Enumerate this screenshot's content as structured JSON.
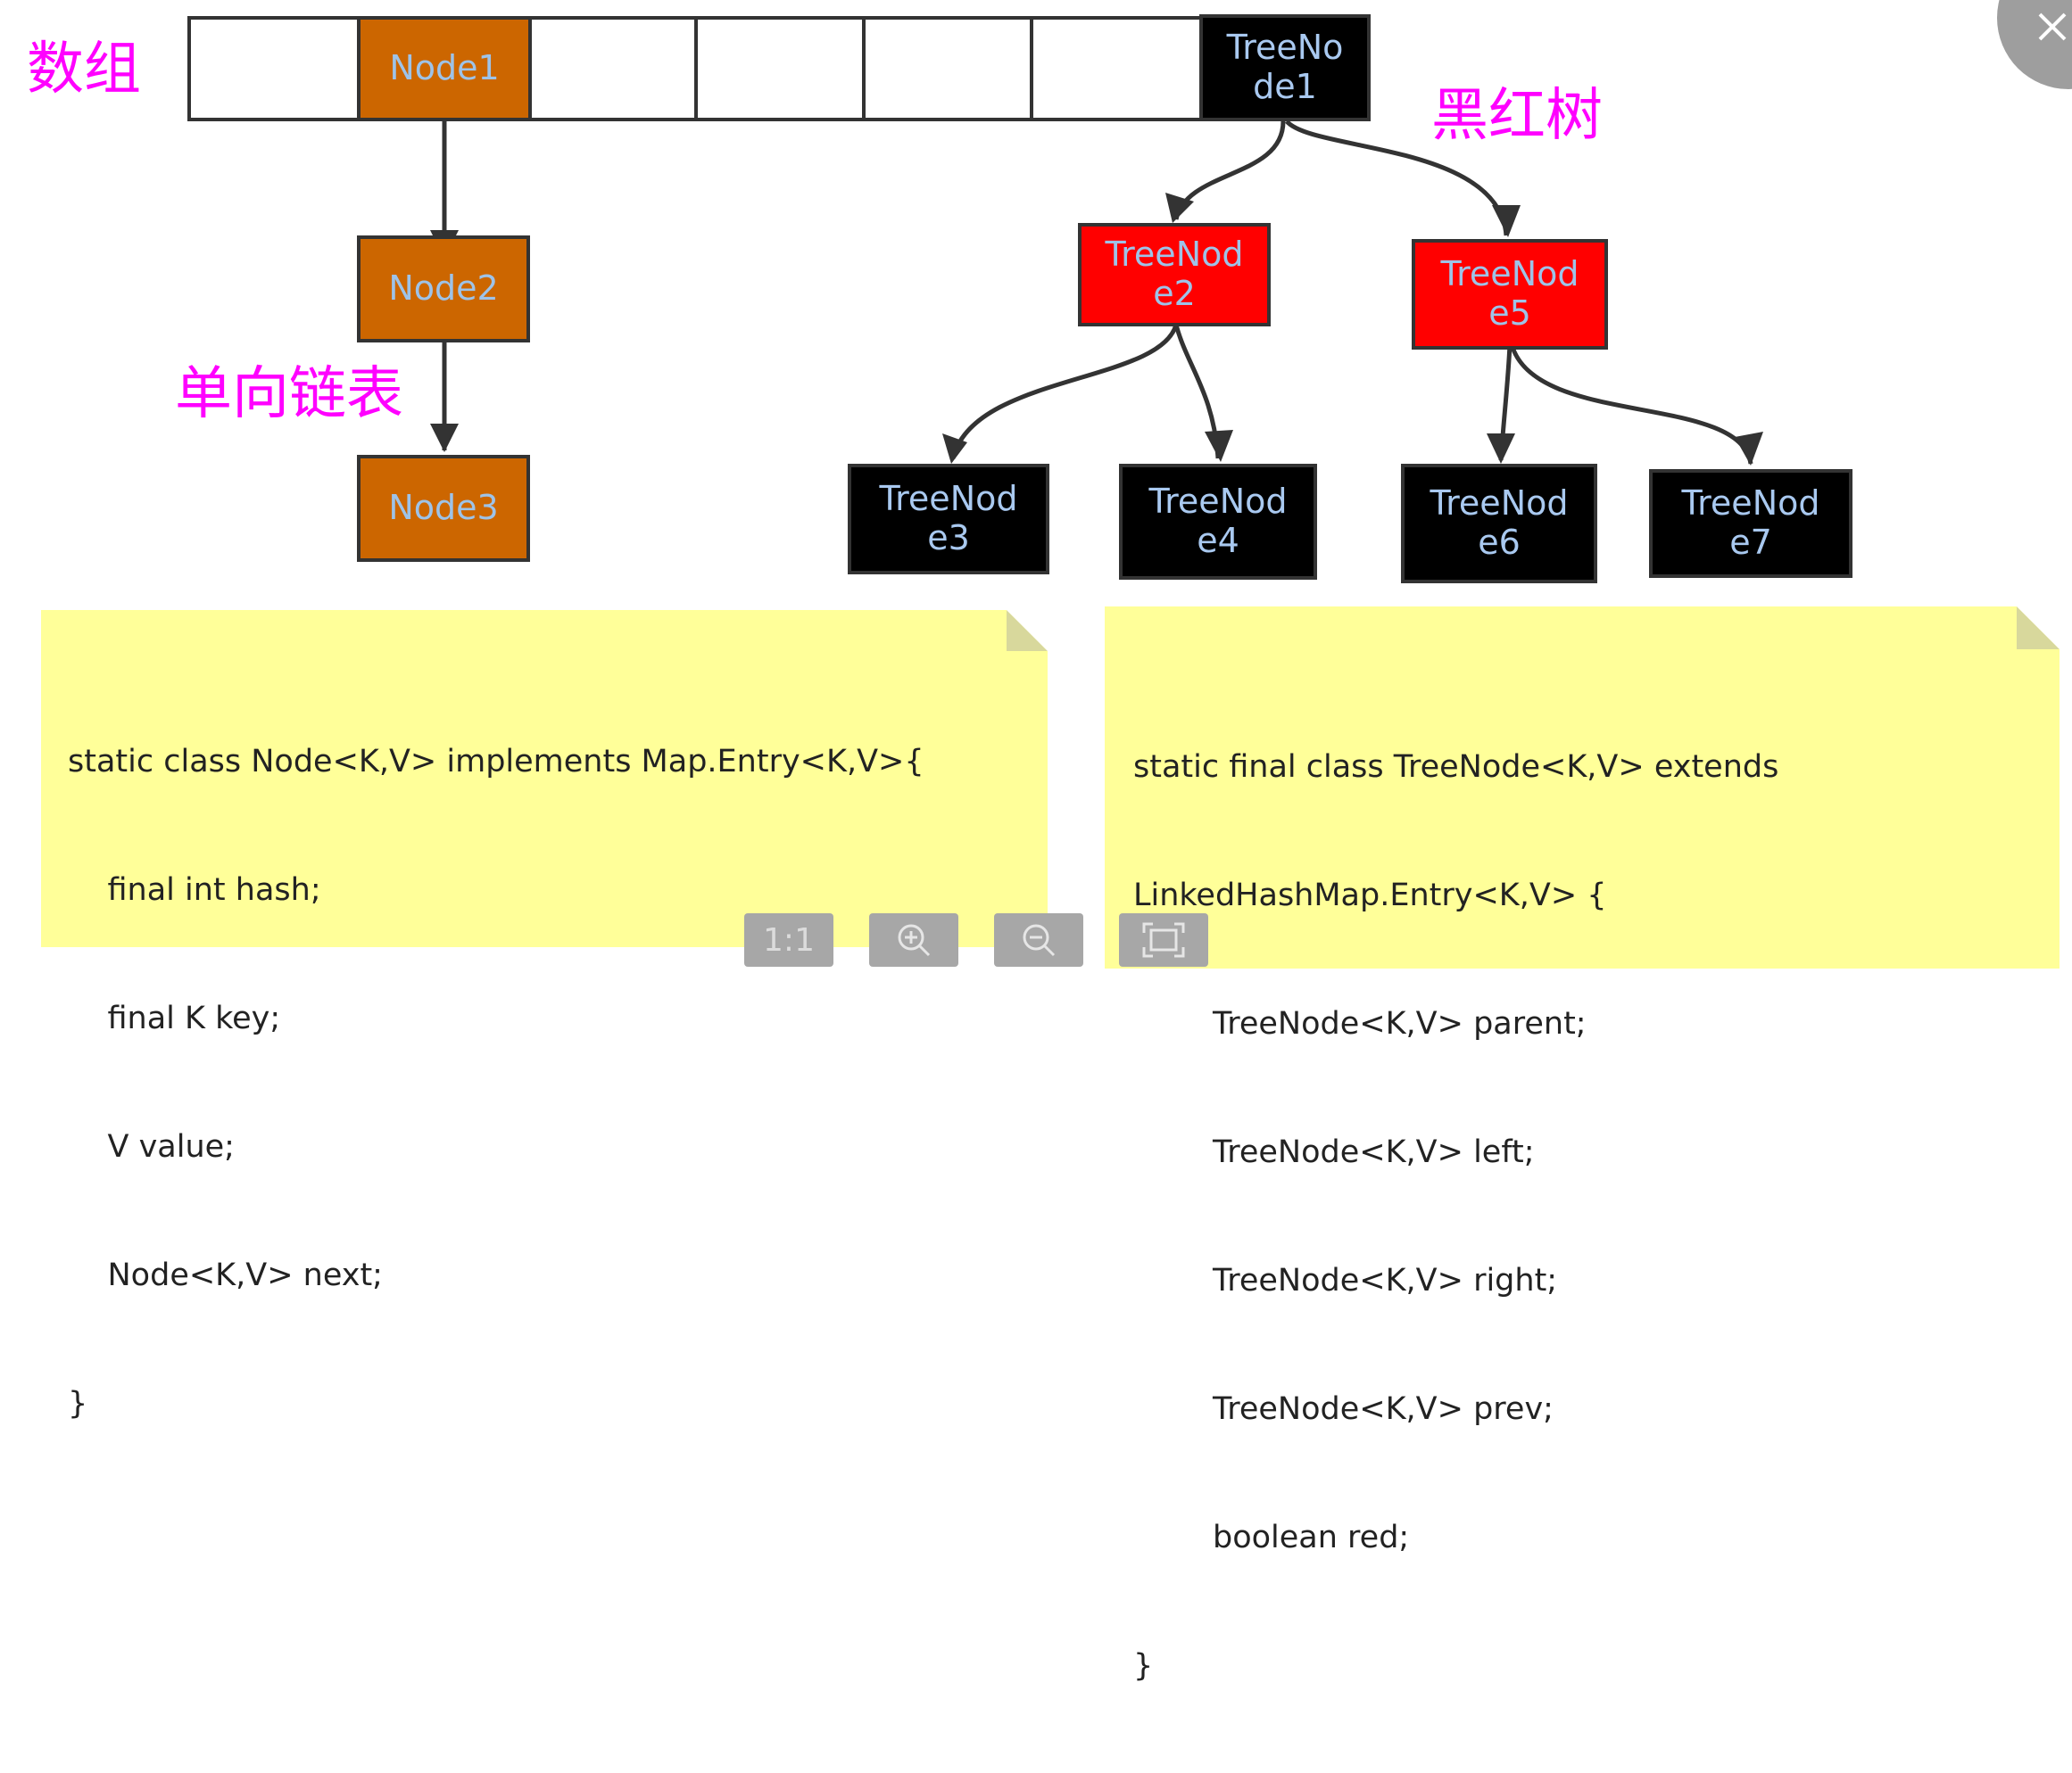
{
  "labels": {
    "array": "数组",
    "red_black_tree": "黑红树",
    "linked_list": "单向链表"
  },
  "array_nodes": {
    "node1": "Node1",
    "treenode1": [
      "TreeNo",
      "de1"
    ]
  },
  "list_nodes": {
    "node2": "Node2",
    "node3": "Node3"
  },
  "tree_nodes": {
    "treenode2": [
      "TreeNod",
      "e2"
    ],
    "treenode5": [
      "TreeNod",
      "e5"
    ],
    "treenode3": [
      "TreeNod",
      "e3"
    ],
    "treenode4": [
      "TreeNod",
      "e4"
    ],
    "treenode6": [
      "TreeNod",
      "e6"
    ],
    "treenode7": [
      "TreeNod",
      "e7"
    ]
  },
  "notes": {
    "node_class": [
      "static class Node<K,V> implements Map.Entry<K,V>{",
      "    final int hash;",
      "    final K key;",
      "    V value;",
      "    Node<K,V> next;",
      "}"
    ],
    "treenode_class": [
      "static final class TreeNode<K,V> extends",
      "LinkedHashMap.Entry<K,V> {",
      "        TreeNode<K,V> parent;",
      "        TreeNode<K,V> left;",
      "        TreeNode<K,V> right;",
      "        TreeNode<K,V> prev;",
      "        boolean red;",
      "}"
    ]
  },
  "toolbar": {
    "actual_size_label": "1:1",
    "zoom_in_icon": "zoom-in-icon",
    "zoom_out_icon": "zoom-out-icon",
    "fit_icon": "fit-screen-icon"
  },
  "colors": {
    "label": "#ff00ff",
    "list_node": "#cc6600",
    "red_node": "#ff0000",
    "black_node": "#000000",
    "note_bg": "#ffff99"
  }
}
